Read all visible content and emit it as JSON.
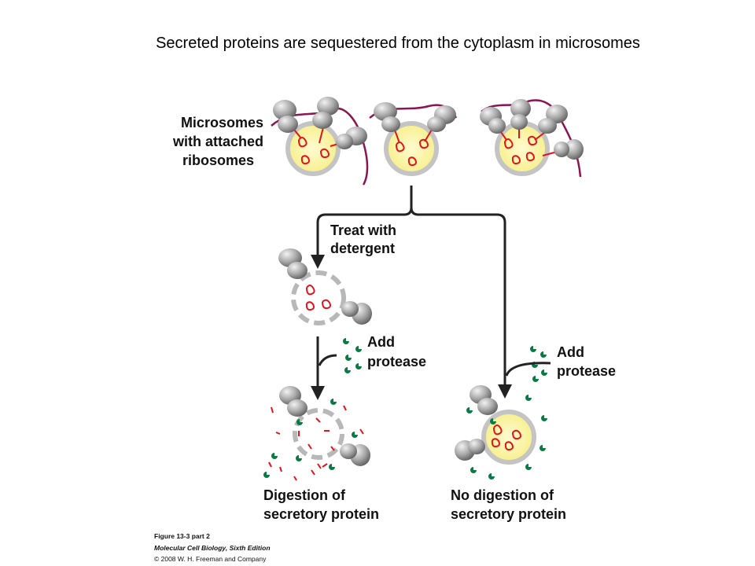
{
  "title": "Secreted proteins are sequestered from the cytoplasm in microsomes",
  "labels": {
    "microsomes_1": "Microsomes",
    "microsomes_2": "with attached",
    "microsomes_3": "ribosomes",
    "treat_1": "Treat with",
    "treat_2": "detergent",
    "add_left_1": "Add",
    "add_left_2": "protease",
    "add_right_1": "Add",
    "add_right_2": "protease",
    "digestion_1": "Digestion of",
    "digestion_2": "secretory protein",
    "nodigestion_1": "No digestion of",
    "nodigestion_2": "secretory protein"
  },
  "caption": {
    "line1": "Figure 13-3 part 2",
    "line2": "Molecular Cell Biology, Sixth Edition",
    "line3": "© 2008 W. H. Freeman and Company"
  },
  "colors": {
    "vesicle_fill": "#fbf6a8",
    "vesicle_stroke": "#c4c4c4",
    "protein": "#e0141e",
    "mrna": "#8c1450",
    "ribosome": "#9b9b9b",
    "protease": "#0a7a45",
    "arrow": "#222222"
  }
}
